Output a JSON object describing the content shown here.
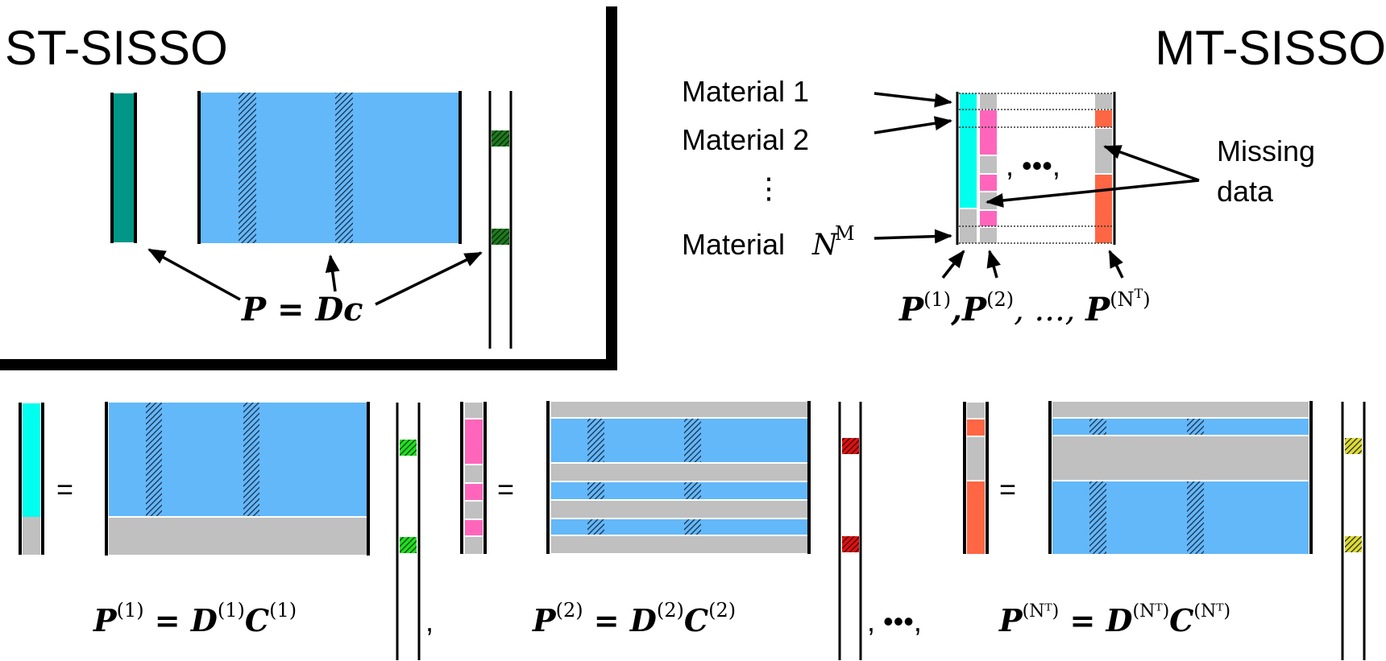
{
  "st_sisso": {
    "title": "ST-SISSO",
    "equation": "P = Dc"
  },
  "mt_sisso": {
    "title": "MT-SISSO",
    "material_labels": [
      "Material  1",
      "Material  2",
      "⋮",
      "Material"
    ],
    "material_n_label": "N",
    "material_n_sup": "M",
    "ellipsis": ", •••,",
    "missing_data_label": [
      "Missing",
      "data"
    ],
    "p_labels": "P(1), P(2), ..., P(Nᵀ)"
  },
  "bottom": {
    "equations": [
      {
        "lhs": "P",
        "sup": "(1)",
        "rhs1": "D",
        "rhs2": "C"
      },
      {
        "lhs": "P",
        "sup": "(2)",
        "rhs1": "D",
        "rhs2": "C"
      },
      {
        "lhs": "P",
        "sup": "(Nᵀ)",
        "rhs1": "D",
        "rhs2": "C"
      }
    ],
    "separators": [
      ",",
      ", •••,"
    ],
    "equals": "="
  },
  "colors": {
    "teal": "#009688",
    "cyan": "#00ffee",
    "blue": "#63b8fa",
    "gray": "#c0c0c0",
    "pink": "#ff66bb",
    "orange": "#ff6644",
    "green_dark": "#1e7a1e",
    "green": "#22dd22",
    "red": "#dd1111",
    "yellow": "#dddd33"
  }
}
